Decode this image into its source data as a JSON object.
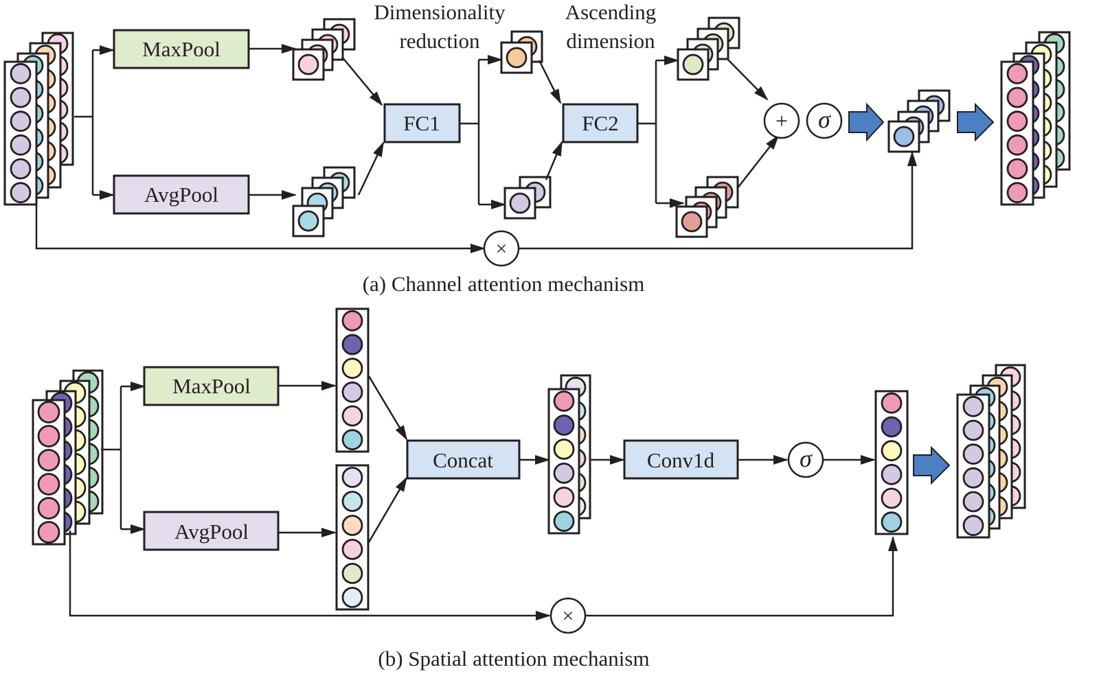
{
  "colors": {
    "maxpool_fill": "#dfeccc",
    "avgpool_fill": "#e2dcec",
    "fc_fill": "#d3e3f4",
    "big_arrow": "#4d7fc4",
    "stroke": "#231f20",
    "pink": "#ef9ab7",
    "purple": "#6d64b0",
    "yellow": "#fff8bf",
    "green": "#a6d8bd",
    "lavender": "#d4c9e2",
    "cyan": "#9ed3e0",
    "peach": "#fad6b0",
    "lightpink": "#f4d3e4",
    "maxpool_out": "#f5d0e2",
    "avgpool_out": "#a9dbe7",
    "fc1_top": "#f7c99b",
    "fc1_bottom": "#d3c8e2",
    "fc2_top": "#dbeac4",
    "fc2_bottom": "#e29f97",
    "sigmoid_out": "#9ebde6",
    "concat_lavender": "#e6e0f0",
    "concat_lightblue": "#c5e5ef",
    "concat_peach": "#fcdcc0",
    "concat_pink": "#f5d0e3",
    "concat_green": "#dcebc8",
    "concat_paleblue": "#def0f6"
  },
  "channel": {
    "maxpool_label": "MaxPool",
    "avgpool_label": "AvgPool",
    "fc1_label": "FC1",
    "fc2_label": "FC2",
    "dim_reduction_label_line1": "Dimensionality",
    "dim_reduction_label_line2": "reduction",
    "ascending_label_line1": "Ascending",
    "ascending_label_line2": "dimension",
    "add_symbol": "+",
    "sigmoid_symbol": "σ",
    "multiply_symbol": "×",
    "caption": "(a) Channel attention mechanism"
  },
  "spatial": {
    "maxpool_label": "MaxPool",
    "avgpool_label": "AvgPool",
    "concat_label": "Concat",
    "conv_label": "Conv1d",
    "sigmoid_symbol": "σ",
    "multiply_symbol": "×",
    "caption": "(b) Spatial attention mechanism"
  }
}
